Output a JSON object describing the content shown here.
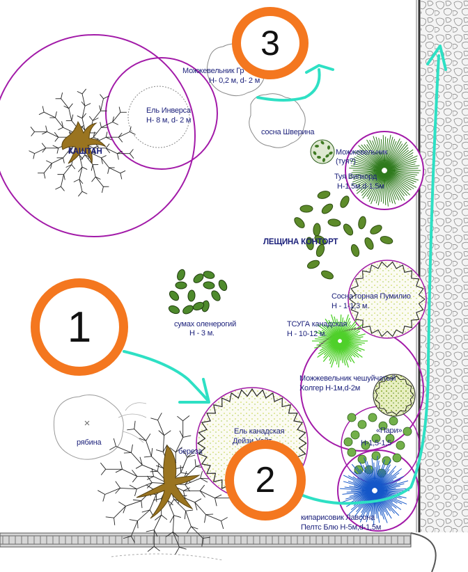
{
  "plants": [
    {
      "id": "kashtan",
      "name": "КАШТАН"
    },
    {
      "id": "el-inversa",
      "name": "Ель Инверса",
      "size": "Н- 8 м, d- 2 м"
    },
    {
      "id": "mozh-gr",
      "name": "Можжевельник Гр",
      "size": "Н- 0,2 м, d- 2 м"
    },
    {
      "id": "sosna",
      "name": "сосна Шверина"
    },
    {
      "id": "mozh-tuya",
      "name": "Можжевельник",
      "sub": "(туя?)"
    },
    {
      "id": "tuya",
      "name": "Туя Випкорд",
      "size": "Н-1,5м,d-1,5м"
    },
    {
      "id": "leshina",
      "name": "ЛЕЩИНА  КОНТОРТ"
    },
    {
      "id": "sosna-gornaya",
      "name": "Сосна горная Пумилио",
      "size": "Н - 1-1,3 м."
    },
    {
      "id": "sumah",
      "name": "сумах оленерогий",
      "size": "Н - 3 м."
    },
    {
      "id": "tsuga",
      "name": "ТСУГА канадская",
      "size": "Н - 10-12 м."
    },
    {
      "id": "mozh-ch",
      "name": "Можжевельник чешуйчатый",
      "size": "Холгер  Н-1м,d-2м"
    },
    {
      "id": "pieris",
      "name": "«Пари»",
      "size": "Н-1,5-1,5"
    },
    {
      "id": "el-kan",
      "name": "Ель канадская",
      "sub": "Дейзи Уайт"
    },
    {
      "id": "ryabina",
      "name": "рябина"
    },
    {
      "id": "bereza",
      "name": "береза"
    },
    {
      "id": "kiparisovik",
      "name": "кипарисовик Лавсона",
      "size": "Пелтс Блю Н-5м,d-1,5м"
    }
  ],
  "markers": [
    {
      "id": "m1",
      "number": "1"
    },
    {
      "id": "m2",
      "number": "2"
    },
    {
      "id": "m3",
      "number": "3"
    }
  ],
  "colors": {
    "crown_outline": "#a21aa8",
    "arrow": "#2ee0c4",
    "marker_ring": "#f4771f",
    "label_text": "#1a1f7a",
    "foliage": "#4e8a2c",
    "trunk": "#8a6a1a"
  }
}
